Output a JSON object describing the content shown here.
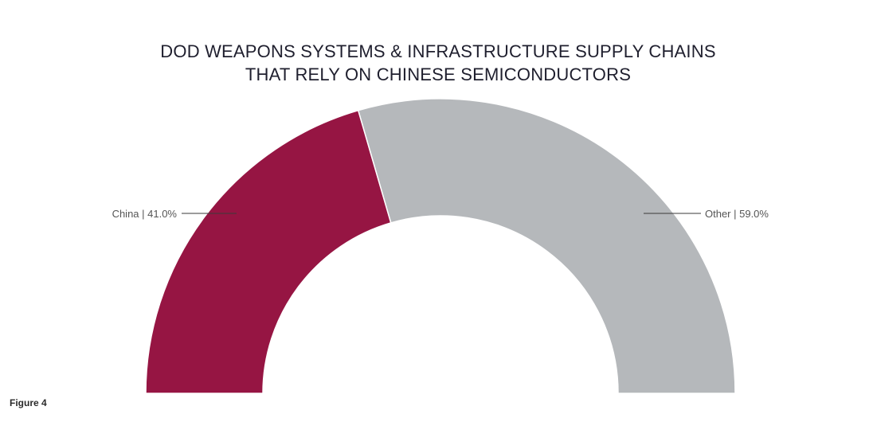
{
  "chart_data": {
    "type": "pie",
    "variant": "semi-donut",
    "title_lines": [
      "DOD WEAPONS SYSTEMS & INFRASTRUCTURE SUPPLY CHAINS",
      "THAT RELY ON CHINESE SEMICONDUCTORS"
    ],
    "slices": [
      {
        "label": "China",
        "value": 41.0,
        "display": "China | 41.0%",
        "color": "#961543"
      },
      {
        "label": "Other",
        "value": 59.0,
        "display": "Other | 59.0%",
        "color": "#b5b8bb"
      }
    ],
    "legend": "none"
  },
  "figure_label": "Figure 4"
}
